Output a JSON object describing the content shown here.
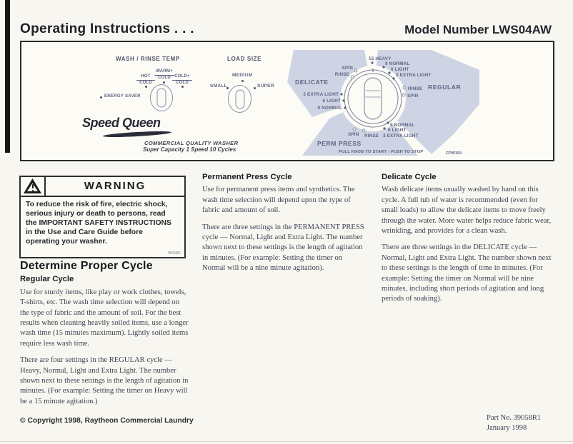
{
  "header": {
    "title": "Operating Instructions . . .",
    "model": "Model Number LWS04AW"
  },
  "panel": {
    "wash_temp": {
      "title": "WASH / RINSE TEMP",
      "hot": [
        "HOT",
        "COLD"
      ],
      "warm": [
        "WARM+",
        "COLD"
      ],
      "cold": [
        "COLD+",
        "COLD"
      ],
      "energy": "ENERGY SAVER"
    },
    "load_size": {
      "title": "LOAD SIZE",
      "small": "SMALL",
      "medium": "MEDIUM",
      "super": "SUPER"
    },
    "brand": {
      "name": "Speed Queen",
      "line1": "COMMERCIAL QUALITY WASHER",
      "line2": "Super Capacity 1 Speed 10 Cycles"
    },
    "dial": {
      "regular": {
        "name": "REGULAR",
        "settings": [
          "15 HEAVY",
          "9 NORMAL",
          "6 LIGHT",
          "3 EXTRA LIGHT"
        ],
        "rinse": "RINSE",
        "spin": "SPIN"
      },
      "delicate": {
        "name": "DELICATE",
        "spin": "SPIN",
        "rinse": "RINSE",
        "settings": [
          "3 EXTRA LIGHT",
          "6 LIGHT",
          "9 NORMAL"
        ]
      },
      "perm_press": {
        "name": "PERM PRESS",
        "spin": "SPIN",
        "rinse": "RINSE",
        "settings": [
          "9 NORMAL",
          "6 LIGHT",
          "3 EXTRA LIGHT"
        ]
      },
      "instruction": "PULL KNOB TO START - PUSH TO STOP",
      "part_code": "CPW154"
    }
  },
  "warning": {
    "title": "WARNING",
    "body": "To reduce the risk of fire, electric shock, serious injury or death to persons, read the IMPORTANT SAFETY INSTRUCTIONS in the Use and Care Guide before operating your washer.",
    "code": "W018E"
  },
  "sections": {
    "determine_title": "Determine Proper Cycle",
    "regular": {
      "heading": "Regular Cycle",
      "p1": "Use for sturdy items, like play or work clothes, towels, T-shirts, etc. The wash time selection will depend on the type of fabric and the amount of soil. For the best results when cleaning heavily soiled items, use a longer wash time (15 minutes maximum). Lightly soiled items require less wash time.",
      "p2": "There are four settings in the REGULAR cycle — Heavy, Normal, Light and Extra Light. The number shown next to these settings is the length of agitation in minutes. (For example: Setting the timer on Heavy will be a 15 minute agitation.)"
    },
    "perm": {
      "heading": "Permanent Press Cycle",
      "p1": "Use for permanent press items and synthetics. The wash time selection will depend upon the type of fabric and amount of soil.",
      "p2": "There are three settings in the PERMANENT PRESS cycle — Normal, Light and Extra Light. The number shown next to these settings is the length of agitation in minutes. (For example: Setting the timer on Normal will be a nine minute agitation)."
    },
    "delicate": {
      "heading": "Delicate Cycle",
      "p1": "Wash delicate items usually washed by hand on this cycle. A full tub of water is recommended (even for small loads) to allow the delicate items to move freely through the water. More water helps reduce fabric wear, wrinkling, and provides for a clean wash.",
      "p2": "There are three settings in the DELICATE cycle — Normal, Light and Extra Light. The number shown next to these settings is the length of time in minutes. (For example: Setting the timer on Normal will be nine minutes, including short periods of agitation and long periods of soaking)."
    }
  },
  "footer": {
    "copyright": "© Copyright 1998, Raytheon Commercial Laundry",
    "part_no": "Part No. 39058R1",
    "date": "January 1998"
  },
  "colors": {
    "dial_wedge": "#ced4e4",
    "paper": "#f8f6f0",
    "ink": "#2b2b2b"
  }
}
